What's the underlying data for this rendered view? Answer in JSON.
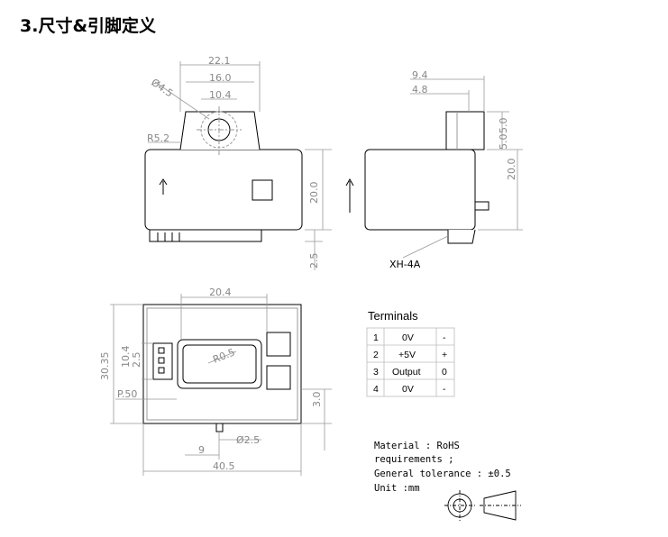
{
  "heading": "3.尺寸&引脚定义",
  "dims": {
    "front_width": "22.1",
    "front_inner": "16.0",
    "front_hole": "10.4",
    "hole_dia": "Ø4.5",
    "radius": "R5.2",
    "height": "20.0",
    "pin_height": "2.5",
    "side_top": "9.4",
    "side_inner": "4.8",
    "side_small": "5.0",
    "side_small2": "5.0",
    "side_height": "20.0",
    "connector": "XH-4A",
    "bottom_window": "20.4",
    "bottom_height": "30.35",
    "conn_h1": "10.4",
    "conn_h2": "2.5",
    "pitch": "P.50",
    "window_radius": "R0.5",
    "right_offset": "3.0",
    "pin_offset": "9",
    "pin_dia": "Ø2.5",
    "total_width": "40.5"
  },
  "terminals": {
    "title": "Terminals",
    "rows": [
      {
        "num": "1",
        "name": "0V",
        "sign": "-"
      },
      {
        "num": "2",
        "name": "+5V",
        "sign": "+"
      },
      {
        "num": "3",
        "name": "Output",
        "sign": "0"
      },
      {
        "num": "4",
        "name": "0V",
        "sign": "-"
      }
    ]
  },
  "notes": {
    "material": "Material :    RoHS",
    "requirements": "requirements ;",
    "tolerance": "General tolerance : ±0.5",
    "unit": "Unit :mm"
  }
}
